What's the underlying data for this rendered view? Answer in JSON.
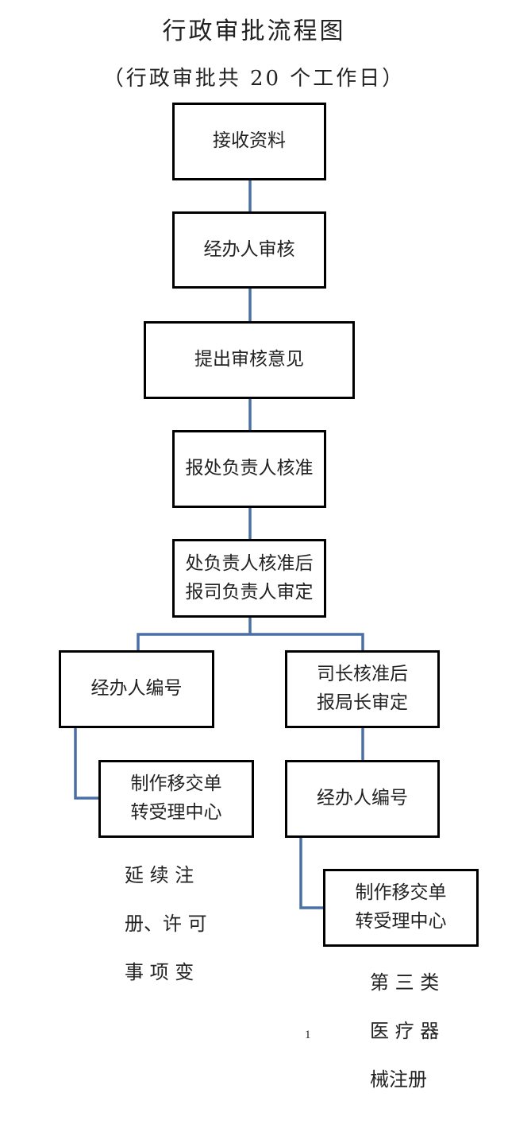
{
  "title": "行政审批流程图",
  "subtitle": "（行政审批共 20 个工作日）",
  "nodes": {
    "receive": {
      "lines": [
        "接收资料"
      ]
    },
    "handler_review": {
      "lines": [
        "经办人审核"
      ]
    },
    "review_opinion": {
      "lines": [
        "提出审核意见"
      ]
    },
    "division_approve": {
      "lines": [
        "报处负责人核准"
      ]
    },
    "division_to_dept": {
      "lines": [
        "处负责人核准后",
        "报司负责人审定"
      ]
    },
    "left_numbering": {
      "lines": [
        "经办人编号"
      ]
    },
    "left_transfer": {
      "lines": [
        "制作移交单",
        "转受理中心"
      ]
    },
    "right_director": {
      "lines": [
        "司长核准后",
        "报局长审定"
      ]
    },
    "right_numbering": {
      "lines": [
        "经办人编号"
      ]
    },
    "right_transfer": {
      "lines": [
        "制作移交单",
        "转受理中心"
      ]
    }
  },
  "notes": {
    "left": [
      "延 续 注",
      "册、许 可",
      "事 项 变"
    ],
    "right": [
      "第 三 类",
      "医 疗 器",
      "械注册"
    ]
  },
  "page_number": "1",
  "colors": {
    "connector": "#4a6fa5",
    "border": "#000000"
  }
}
